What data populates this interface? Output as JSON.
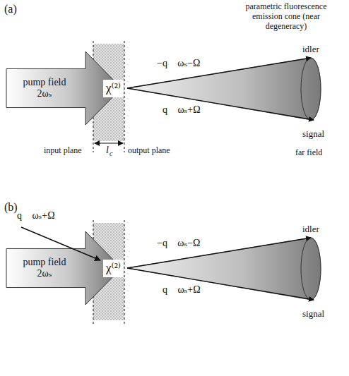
{
  "diagram": {
    "nodes": [
      {
        "text": [
          "pump field 2ωₛ"
        ]
      },
      {
        "text": [
          "χ⁽²⁾"
        ]
      },
      {
        "text": [
          "pump field 2ωₛ"
        ]
      },
      {
        "text": [
          "χ⁽²⁾"
        ]
      }
    ],
    "labels": [
      "(a)",
      "parametric fluorescence emission cone (near degeneracy)",
      "idler",
      "−q⃗ ωₛ−Ω",
      "q⃗ ωₛ+Ω",
      "signal",
      "input plane",
      "l",
      "c",
      "output plane",
      "far field",
      "(b)",
      "q⃗ ωₛ+Ω",
      "idler",
      "−q⃗ ωₛ−Ω",
      "q⃗ ωₛ+Ω",
      "signal"
    ]
  }
}
